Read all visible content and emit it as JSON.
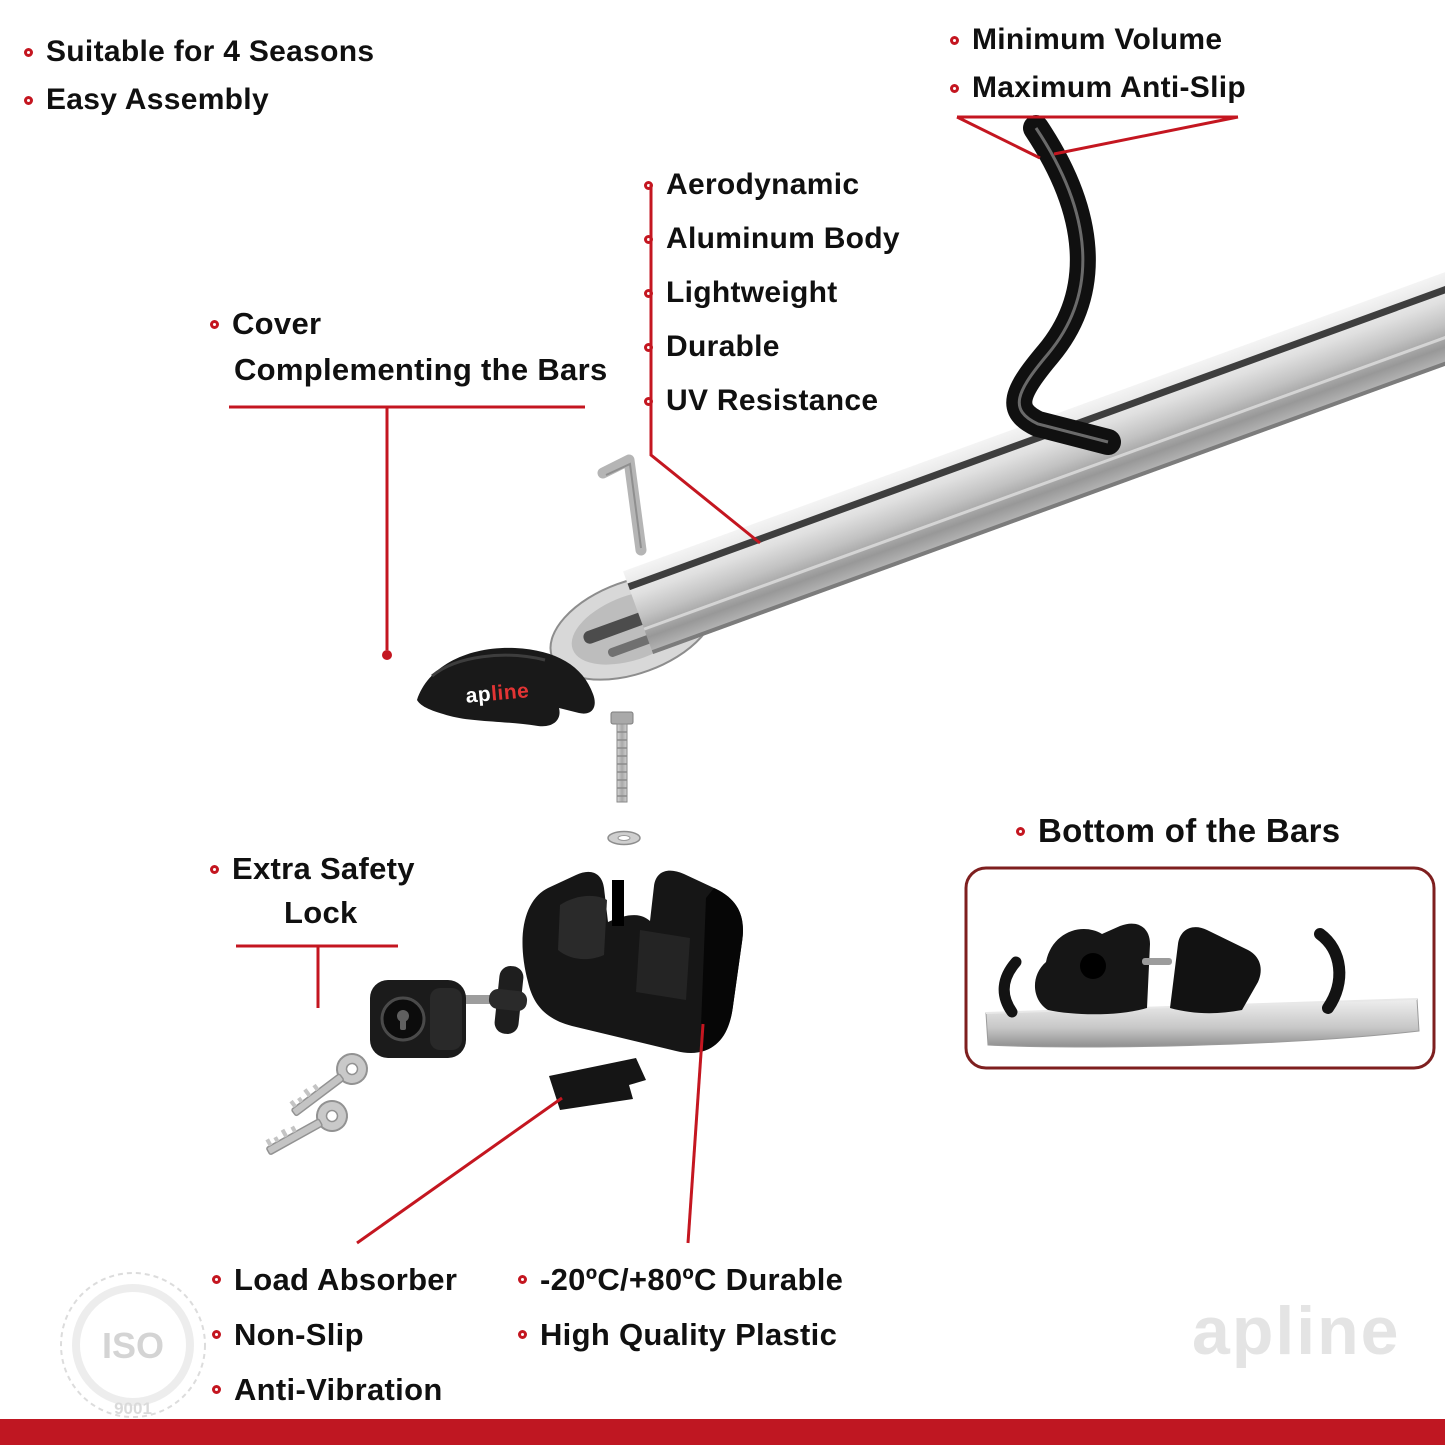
{
  "colors": {
    "accent": "#c41620",
    "footer_bar": "#bf1722",
    "logo_red": "#e23434",
    "text": "#101010",
    "bar_silver": "#c2c2c2",
    "plastic_black": "#161616",
    "watermark_gray": "#e4e4e4"
  },
  "icons": {
    "bullet": "ring-circle"
  },
  "top_left": {
    "items": [
      "Suitable for 4 Seasons",
      "Easy Assembly"
    ]
  },
  "top_right": {
    "items": [
      "Minimum Volume",
      "Maximum Anti-Slip"
    ]
  },
  "bar_features": {
    "items": [
      "Aerodynamic",
      "Aluminum Body",
      "Lightweight",
      "Durable",
      "UV Resistance"
    ]
  },
  "cover_callout": {
    "line1": "Cover",
    "line2": "Complementing the Bars"
  },
  "lock_callout": {
    "line1": "Extra Safety",
    "line2": "Lock"
  },
  "bottom_inset": {
    "title": "Bottom of the Bars"
  },
  "bottom_left": {
    "items": [
      "Load Absorber",
      "Non-Slip",
      "Anti-Vibration"
    ]
  },
  "bottom_right": {
    "items": [
      "-20ºC/+80ºC Durable",
      "High Quality Plastic"
    ]
  },
  "logo": {
    "prefix": "ap",
    "suffix": "line"
  },
  "watermarks": {
    "iso_top": "ISO",
    "iso_bottom": "9001",
    "brand": "apline"
  }
}
